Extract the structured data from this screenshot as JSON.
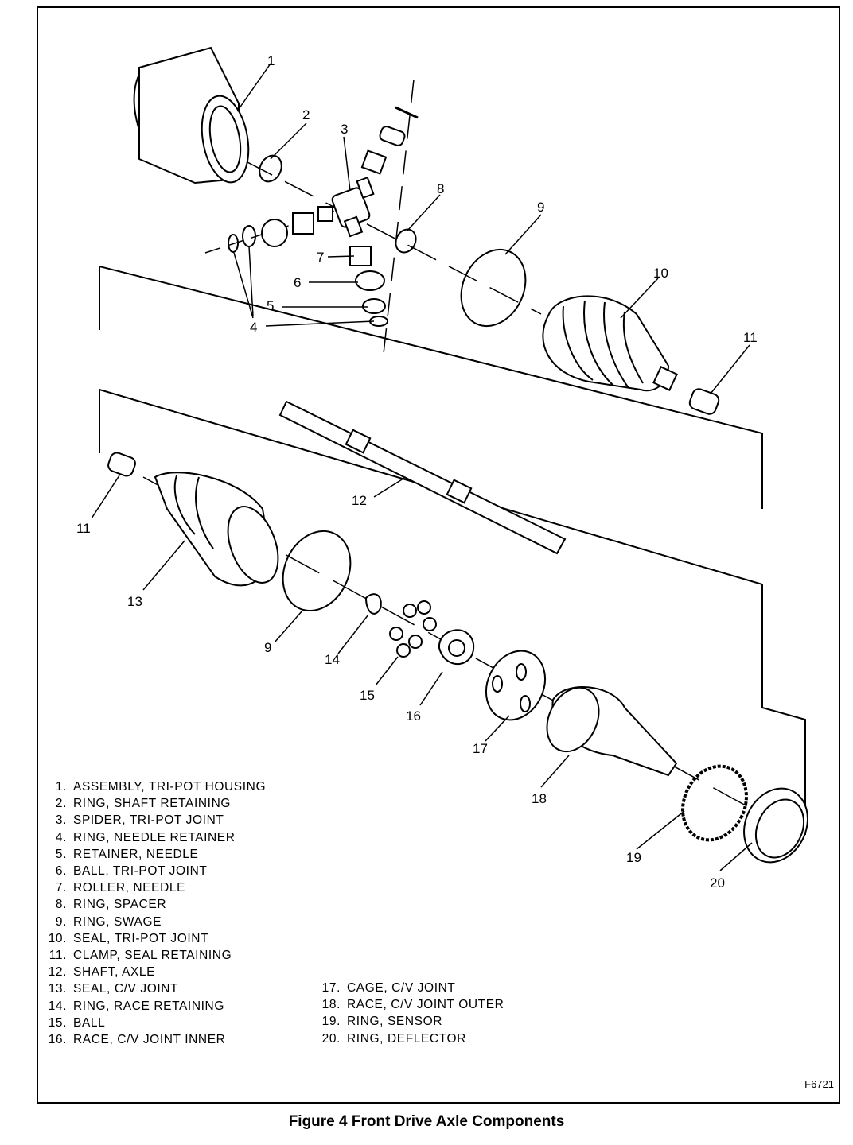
{
  "callouts": [
    "1",
    "2",
    "3",
    "8",
    "9",
    "7",
    "6",
    "5",
    "4",
    "10",
    "11",
    "12",
    "11",
    "13",
    "9",
    "14",
    "15",
    "16",
    "17",
    "18",
    "19",
    "20"
  ],
  "legend_left": [
    {
      "num": "1.",
      "text": "ASSEMBLY, TRI-POT HOUSING"
    },
    {
      "num": "2.",
      "text": "RING, SHAFT RETAINING"
    },
    {
      "num": "3.",
      "text": "SPIDER, TRI-POT JOINT"
    },
    {
      "num": "4.",
      "text": "RING, NEEDLE RETAINER"
    },
    {
      "num": "5.",
      "text": "RETAINER, NEEDLE"
    },
    {
      "num": "6.",
      "text": "BALL, TRI-POT JOINT"
    },
    {
      "num": "7.",
      "text": "ROLLER, NEEDLE"
    },
    {
      "num": "8.",
      "text": "RING, SPACER"
    },
    {
      "num": "9.",
      "text": "RING, SWAGE"
    },
    {
      "num": "10.",
      "text": "SEAL, TRI-POT JOINT"
    },
    {
      "num": "11.",
      "text": "CLAMP, SEAL RETAINING"
    },
    {
      "num": "12.",
      "text": "SHAFT, AXLE"
    },
    {
      "num": "13.",
      "text": "SEAL, C/V JOINT"
    },
    {
      "num": "14.",
      "text": "RING, RACE RETAINING"
    },
    {
      "num": "15.",
      "text": "BALL"
    },
    {
      "num": "16.",
      "text": "RACE, C/V JOINT INNER"
    }
  ],
  "legend_right": [
    {
      "num": "17.",
      "text": "CAGE, C/V JOINT"
    },
    {
      "num": "18.",
      "text": "RACE, C/V JOINT OUTER"
    },
    {
      "num": "19.",
      "text": "RING, SENSOR"
    },
    {
      "num": "20.",
      "text": "RING, DEFLECTOR"
    }
  ],
  "figure_code": "F6721",
  "caption": "Figure 4 Front Drive Axle Components"
}
